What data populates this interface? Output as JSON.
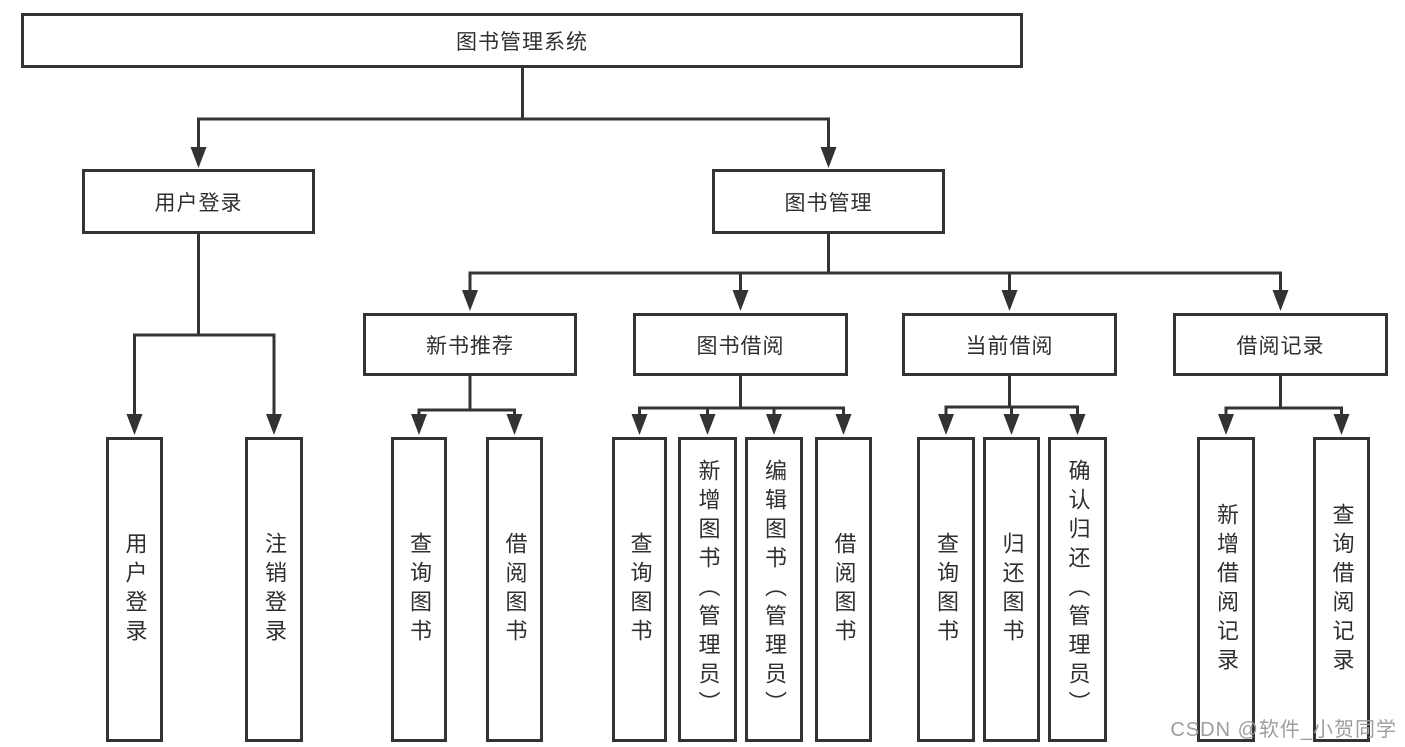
{
  "tree": {
    "root": {
      "label": "图书管理系统"
    },
    "branches": [
      {
        "label": "用户登录",
        "children": [
          {
            "label": "用户登录"
          },
          {
            "label": "注销登录"
          }
        ]
      },
      {
        "label": "图书管理",
        "children": [
          {
            "label": "新书推荐",
            "children": [
              {
                "label": "查询图书"
              },
              {
                "label": "借阅图书"
              }
            ]
          },
          {
            "label": "图书借阅",
            "children": [
              {
                "label": "查询图书"
              },
              {
                "label": "新增图书（管理员）"
              },
              {
                "label": "编辑图书（管理员）"
              },
              {
                "label": "借阅图书"
              }
            ]
          },
          {
            "label": "当前借阅",
            "children": [
              {
                "label": "查询图书"
              },
              {
                "label": "归还图书"
              },
              {
                "label": "确认归还（管理员）"
              }
            ]
          },
          {
            "label": "借阅记录",
            "children": [
              {
                "label": "新增借阅记录"
              },
              {
                "label": "查询借阅记录"
              }
            ]
          }
        ]
      }
    ]
  },
  "watermark": {
    "text": "CSDN @软件_小贺同学"
  },
  "colors": {
    "line": "#333333",
    "box_border": "#333333",
    "text": "#2f2f2f",
    "watermark_text": "#9e9e9e",
    "background": "#ffffff"
  }
}
